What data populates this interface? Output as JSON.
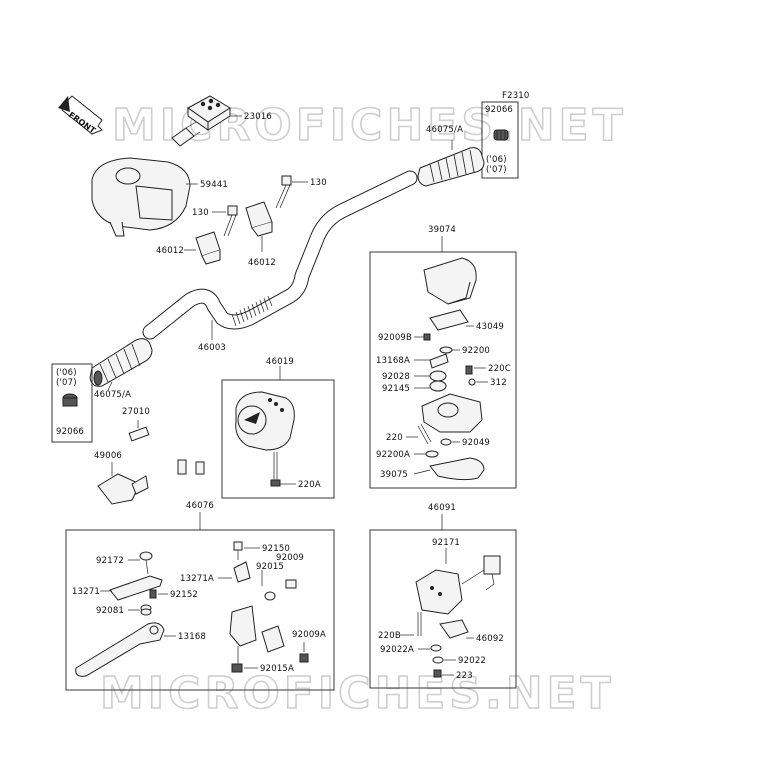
{
  "diagram": {
    "figure_code": "F2310",
    "front_label": "FRONT",
    "watermark_top": "MICROFICHES.NET",
    "watermark_bottom": "MICROFICHES.NET",
    "years": [
      "('06)",
      "('07)"
    ],
    "labels": [
      {
        "id": "23016",
        "text": "23016"
      },
      {
        "id": "59441",
        "text": "59441"
      },
      {
        "id": "130a",
        "text": "130"
      },
      {
        "id": "130b",
        "text": "130"
      },
      {
        "id": "46012a",
        "text": "46012"
      },
      {
        "id": "46012b",
        "text": "46012"
      },
      {
        "id": "46003",
        "text": "46003"
      },
      {
        "id": "46075a",
        "text": "46075/A"
      },
      {
        "id": "46075b",
        "text": "46075/A"
      },
      {
        "id": "92066a",
        "text": "92066"
      },
      {
        "id": "92066b",
        "text": "92066"
      },
      {
        "id": "27010",
        "text": "27010"
      },
      {
        "id": "49006",
        "text": "49006"
      },
      {
        "id": "46019",
        "text": "46019"
      },
      {
        "id": "220A",
        "text": "220A"
      },
      {
        "id": "39074",
        "text": "39074"
      },
      {
        "id": "43049",
        "text": "43049"
      },
      {
        "id": "92009B",
        "text": "92009B"
      },
      {
        "id": "92200",
        "text": "92200"
      },
      {
        "id": "13168A",
        "text": "13168A"
      },
      {
        "id": "220C",
        "text": "220C"
      },
      {
        "id": "92028",
        "text": "92028"
      },
      {
        "id": "312",
        "text": "312"
      },
      {
        "id": "92145",
        "text": "92145"
      },
      {
        "id": "220",
        "text": "220"
      },
      {
        "id": "92049",
        "text": "92049"
      },
      {
        "id": "92200A",
        "text": "92200A"
      },
      {
        "id": "39075",
        "text": "39075"
      },
      {
        "id": "46076",
        "text": "46076"
      },
      {
        "id": "92172",
        "text": "92172"
      },
      {
        "id": "92150",
        "text": "92150"
      },
      {
        "id": "92009",
        "text": "92009"
      },
      {
        "id": "13271A",
        "text": "13271A"
      },
      {
        "id": "92015",
        "text": "92015"
      },
      {
        "id": "13271",
        "text": "13271"
      },
      {
        "id": "92152",
        "text": "92152"
      },
      {
        "id": "92081",
        "text": "92081"
      },
      {
        "id": "13168",
        "text": "13168"
      },
      {
        "id": "92009A",
        "text": "92009A"
      },
      {
        "id": "92015A",
        "text": "92015A"
      },
      {
        "id": "46091",
        "text": "46091"
      },
      {
        "id": "92171",
        "text": "92171"
      },
      {
        "id": "220B",
        "text": "220B"
      },
      {
        "id": "46092",
        "text": "46092"
      },
      {
        "id": "92022A",
        "text": "92022A"
      },
      {
        "id": "92022",
        "text": "92022"
      },
      {
        "id": "223",
        "text": "223"
      }
    ]
  }
}
